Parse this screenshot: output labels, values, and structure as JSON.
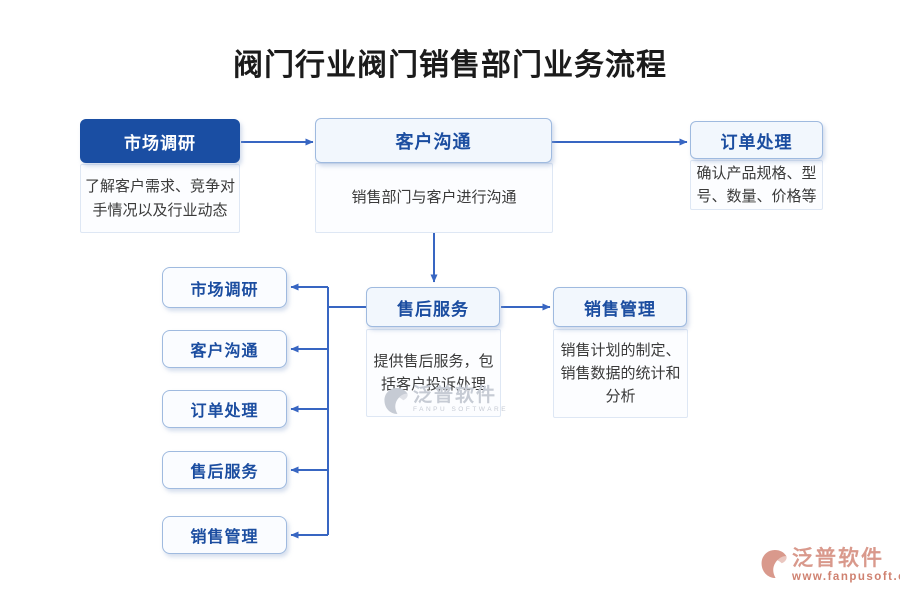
{
  "title": "阀门行业阀门销售部门业务流程",
  "flow": {
    "market_research": {
      "label": "市场调研",
      "desc": "了解客户需求、竞争对手情况以及行业动态"
    },
    "customer_communication": {
      "label": "客户沟通",
      "desc": "销售部门与客户进行沟通"
    },
    "order_processing": {
      "label": "订单处理",
      "desc": "确认产品规格、型号、数量、价格等"
    },
    "after_sales_service": {
      "label": "售后服务",
      "desc": "提供售后服务，包括客户投诉处理"
    },
    "sales_management": {
      "label": "销售管理",
      "desc": "销售计划的制定、销售数据的统计和分析"
    }
  },
  "left_list": {
    "items": [
      {
        "label": "市场调研"
      },
      {
        "label": "客户沟通"
      },
      {
        "label": "订单处理"
      },
      {
        "label": "售后服务"
      },
      {
        "label": "销售管理"
      }
    ]
  },
  "watermarks": {
    "center": {
      "name": "泛普软件",
      "sub": "FANPU SOFTWARE"
    },
    "corner": {
      "name": "泛普软件",
      "sub": "www.fanpusoft.com"
    }
  },
  "colors": {
    "primary_dark_blue": "#1A4EA3",
    "node_text_blue": "#1B4DA0",
    "arrow_blue": "#3866C2",
    "node_border_blue": "#9FBADF",
    "node_bg": "#F2F7FD",
    "content_bg": "#FCFDFF",
    "content_border": "#DEE7F4",
    "desc_text": "#3A3A3A",
    "watermark_gray": "#C6CBD4",
    "watermark_salmon": "#D9998C",
    "watermark_salmon_dark": "#CF8170"
  }
}
